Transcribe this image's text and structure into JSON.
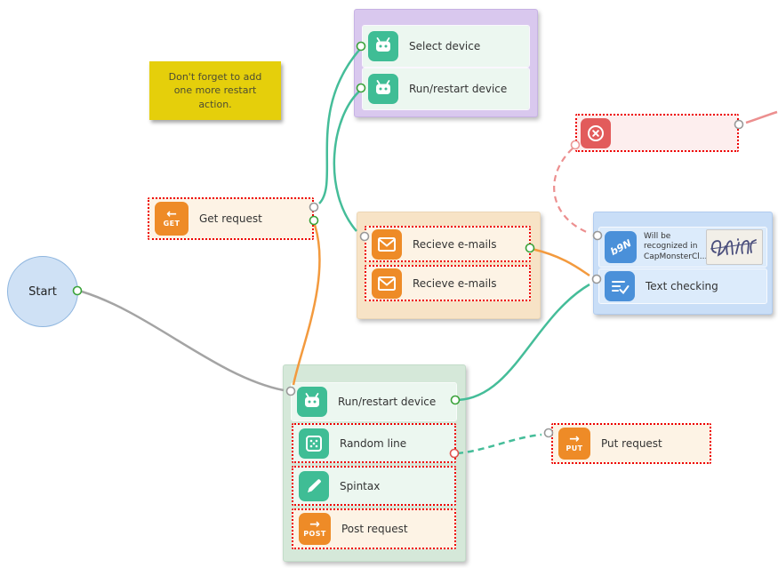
{
  "note": {
    "text": "Don't forget to add one more restart action."
  },
  "start": {
    "label": "Start"
  },
  "containers": {
    "device_setup": {
      "nodes": [
        {
          "label": "Select device"
        },
        {
          "label": "Run/restart device"
        }
      ]
    },
    "emails": {
      "nodes": [
        {
          "label": "Recieve e-mails"
        },
        {
          "label": "Recieve e-mails"
        }
      ]
    },
    "recognition": {
      "nodes": [
        {
          "label": "Will be recognized in CapMonsterCl...",
          "icon_text": "b9N"
        },
        {
          "label": "Text checking"
        }
      ]
    },
    "main_flow": {
      "nodes": [
        {
          "label": "Run/restart device"
        },
        {
          "label": "Random line"
        },
        {
          "label": "Spintax"
        },
        {
          "label": "Post request",
          "method": "POST",
          "arrow": "→"
        }
      ]
    }
  },
  "standalone": {
    "get_request": {
      "label": "Get request",
      "method": "GET",
      "arrow": "←"
    },
    "put_request": {
      "label": "Put request",
      "method": "PUT",
      "arrow": "→"
    }
  },
  "colors": {
    "icon_green": "#3fbd95",
    "icon_orange": "#ee8b27",
    "icon_red": "#e25b5b",
    "icon_blue": "#4a90d9",
    "wire_teal": "#45bd99",
    "wire_orange": "#f39a3e",
    "wire_gray": "#9c9c9c",
    "wire_pink": "#ec8f8f",
    "error_border": "#ee0000",
    "note_bg": "#e5cf0b"
  }
}
